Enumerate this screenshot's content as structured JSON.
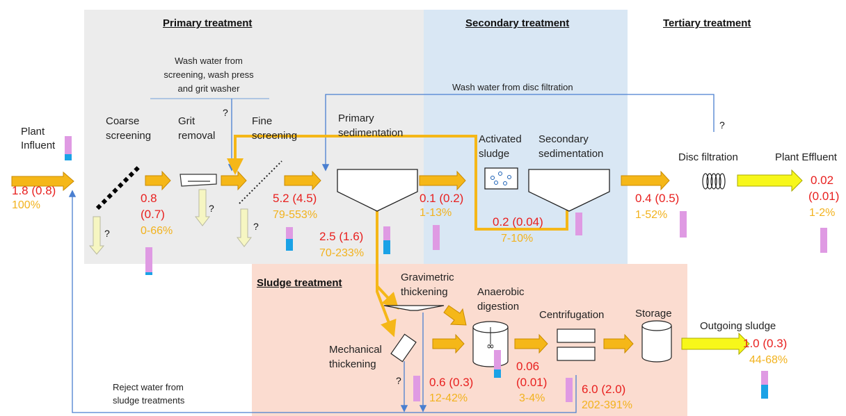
{
  "colors": {
    "primary_zone": "#ececec",
    "secondary_zone": "#d9e7f4",
    "sludge_zone": "#fbdcd0",
    "flow_orange": "#f5b718",
    "flow_yellow": "#f7f71a",
    "load_red": "#e8201f",
    "percent_orange": "#f2b21d",
    "bar_pink": "#df9ae3",
    "bar_blue": "#1aa2e6",
    "return_line": "#4a7fd0"
  },
  "headings": {
    "primary": "Primary treatment",
    "secondary": "Secondary treatment",
    "tertiary": "Tertiary treatment",
    "sludge": "Sludge treatment"
  },
  "notes": {
    "wash_water_line1": "Wash water from",
    "wash_water_line2": "screening, wash press",
    "wash_water_line3": "and grit washer",
    "disc_wash": "Wash water from disc filtration",
    "reject_line1": "Reject water from",
    "reject_line2": "sludge treatments",
    "unknown": "?"
  },
  "stages": {
    "plant_influent_1": "Plant",
    "plant_influent_2": "Influent",
    "coarse_1": "Coarse",
    "coarse_2": "screening",
    "grit_1": "Grit",
    "grit_2": "removal",
    "fine_1": "Fine",
    "fine_2": "screening",
    "primsed_1": "Primary",
    "primsed_2": "sedimentation",
    "activated_1": "Activated",
    "activated_2": "sludge",
    "secsed_1": "Secondary",
    "secsed_2": "sedimentation",
    "disc": "Disc filtration",
    "effluent": "Plant Effluent",
    "grav_1": "Gravimetric",
    "grav_2": "thickening",
    "anaerobic_1": "Anaerobic",
    "anaerobic_2": "digestion",
    "centrifugation": "Centrifugation",
    "storage": "Storage",
    "mech_1": "Mechanical",
    "mech_2": "thickening",
    "outgoing": "Outgoing sludge"
  },
  "loads": {
    "influent": {
      "value": "1.8 (0.8)",
      "percent": "100%"
    },
    "after_coarse": {
      "value_1": "0.8",
      "value_2": "(0.7)",
      "percent": "0-66%"
    },
    "after_fine": {
      "value": "5.2 (4.5)",
      "percent": "79-553%"
    },
    "primary_sludge": {
      "value": "2.5 (1.6)",
      "percent": "70-233%"
    },
    "after_primsed": {
      "value": "0.1 (0.2)",
      "percent": "1-13%"
    },
    "return_sludge": {
      "value": "0.2 (0.04)",
      "percent": "7-10%"
    },
    "after_secsed": {
      "value": "0.4 (0.5)",
      "percent": "1-52%"
    },
    "effluent": {
      "value_1": "0.02",
      "value_2": "(0.01)",
      "percent": "1-2%"
    },
    "outgoing": {
      "value": "1.0 (0.3)",
      "percent": "44-68%"
    },
    "mech_reject": {
      "value": "0.6 (0.3)",
      "percent": "12-42%"
    },
    "digestion_reject": {
      "value_1": "0.06",
      "value_2": "(0.01)",
      "percent": "3-4%"
    },
    "centrifuge_reject": {
      "value": "6.0 (2.0)",
      "percent": "202-391%"
    }
  }
}
